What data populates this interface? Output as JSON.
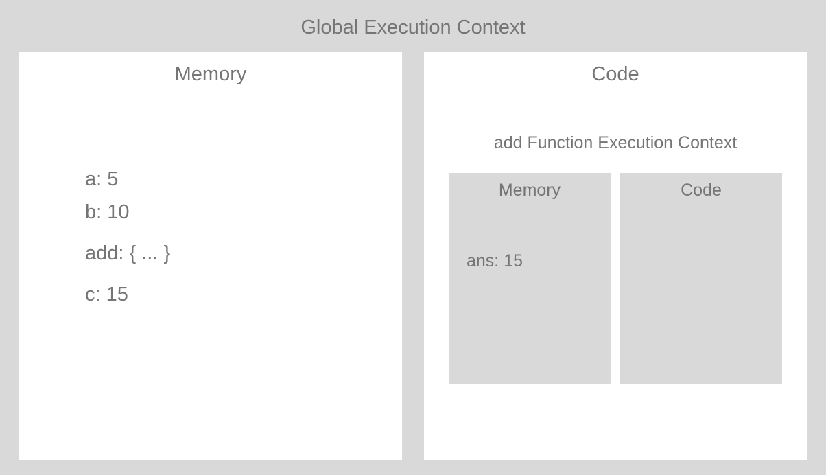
{
  "global": {
    "title": "Global Execution Context"
  },
  "memory": {
    "title": "Memory",
    "items": [
      "a: 5",
      "b: 10",
      "add: { ... }",
      "c: 15"
    ]
  },
  "code": {
    "title": "Code",
    "function_context": {
      "title": "add Function Execution Context",
      "memory": {
        "title": "Memory",
        "items": [
          "ans: 15"
        ]
      },
      "code": {
        "title": "Code"
      }
    }
  }
}
